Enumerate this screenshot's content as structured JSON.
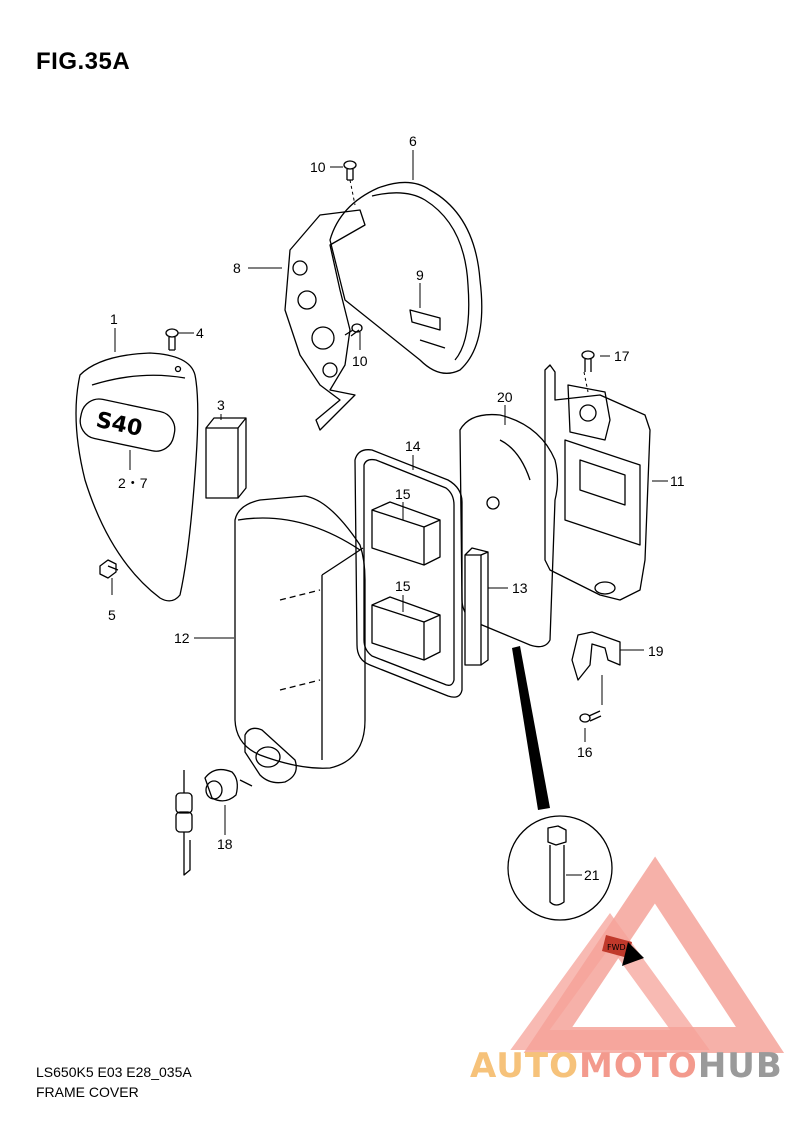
{
  "figure": {
    "title": "FIG.35A",
    "code": "LS650K5 E03 E28_035A",
    "caption": "FRAME COVER"
  },
  "callouts": [
    {
      "id": "c1",
      "label": "1"
    },
    {
      "id": "c2",
      "label": "2・7"
    },
    {
      "id": "c3",
      "label": "3"
    },
    {
      "id": "c4",
      "label": "4"
    },
    {
      "id": "c5",
      "label": "5"
    },
    {
      "id": "c6",
      "label": "6"
    },
    {
      "id": "c8",
      "label": "8"
    },
    {
      "id": "c9",
      "label": "9"
    },
    {
      "id": "c10a",
      "label": "10"
    },
    {
      "id": "c10b",
      "label": "10"
    },
    {
      "id": "c11",
      "label": "11"
    },
    {
      "id": "c12",
      "label": "12"
    },
    {
      "id": "c13",
      "label": "13"
    },
    {
      "id": "c14",
      "label": "14"
    },
    {
      "id": "c15a",
      "label": "15"
    },
    {
      "id": "c15b",
      "label": "15"
    },
    {
      "id": "c16",
      "label": "16"
    },
    {
      "id": "c17",
      "label": "17"
    },
    {
      "id": "c18",
      "label": "18"
    },
    {
      "id": "c19",
      "label": "19"
    },
    {
      "id": "c20",
      "label": "20"
    },
    {
      "id": "c21",
      "label": "21"
    }
  ],
  "emblem_text": "S40",
  "fwd_label": "FWD",
  "watermark": {
    "part1": "AUTO",
    "part2": "MOTO",
    "part3": "HUB",
    "color_auto": "#f6c27a",
    "color_moto": "#f39a8d",
    "color_hub": "#9a9a9a"
  }
}
